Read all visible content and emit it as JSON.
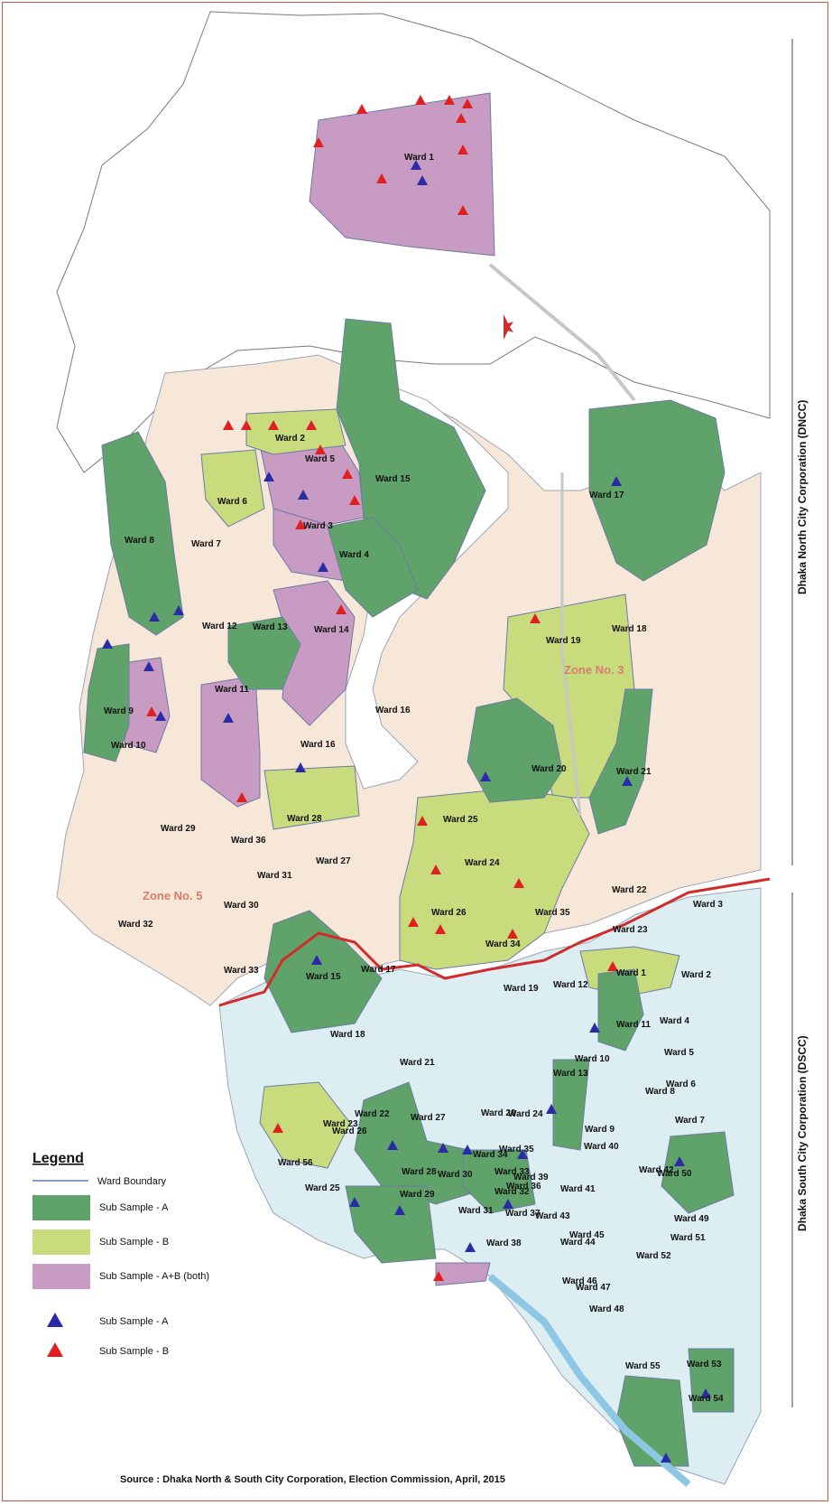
{
  "corporations": {
    "north": "Dhaka North City Corporation (DNCC)",
    "south": "Dhaka South City Corporation (DSCC)"
  },
  "zones": [
    "Zone No. 3",
    "Zone No. 5"
  ],
  "north_wards": [
    "Ward 1",
    "Ward 2",
    "Ward 3",
    "Ward 4",
    "Ward 5",
    "Ward 6",
    "Ward 7",
    "Ward 8",
    "Ward 9",
    "Ward 10",
    "Ward 11",
    "Ward 12",
    "Ward 13",
    "Ward 14",
    "Ward 15",
    "Ward 16",
    "Ward 16",
    "Ward 17",
    "Ward 18",
    "Ward 19",
    "Ward 20",
    "Ward 21",
    "Ward 22",
    "Ward 23",
    "Ward 24",
    "Ward 25",
    "Ward 26",
    "Ward 27",
    "Ward 28",
    "Ward 29",
    "Ward 30",
    "Ward 31",
    "Ward 32",
    "Ward 33",
    "Ward 34",
    "Ward 35",
    "Ward 36"
  ],
  "south_wards": [
    "Ward 1",
    "Ward 2",
    "Ward 3",
    "Ward 4",
    "Ward 5",
    "Ward 6",
    "Ward 7",
    "Ward 8",
    "Ward 9",
    "Ward 10",
    "Ward 11",
    "Ward 12",
    "Ward 13",
    "Ward 15",
    "Ward 17",
    "Ward 18",
    "Ward 19",
    "Ward 20",
    "Ward 21",
    "Ward 22",
    "Ward 23",
    "Ward 24",
    "Ward 25",
    "Ward 26",
    "Ward 27",
    "Ward 28",
    "Ward 29",
    "Ward 30",
    "Ward 31",
    "Ward 32",
    "Ward 33",
    "Ward 34",
    "Ward 35",
    "Ward 36",
    "Ward 37",
    "Ward 38",
    "Ward 39",
    "Ward 40",
    "Ward 41",
    "Ward 42",
    "Ward 43",
    "Ward 44",
    "Ward 45",
    "Ward 46",
    "Ward 47",
    "Ward 48",
    "Ward 49",
    "Ward 50",
    "Ward 51",
    "Ward 52",
    "Ward 53",
    "Ward 54",
    "Ward 55",
    "Ward 56"
  ],
  "legend": {
    "title": "Legend",
    "items": [
      {
        "label": "Ward Boundary",
        "kind": "line",
        "color": "#5b7db8"
      },
      {
        "label": "Sub Sample - A",
        "kind": "area",
        "color": "#5fa36a"
      },
      {
        "label": "Sub Sample - B",
        "kind": "area",
        "color": "#c8dc7e"
      },
      {
        "label": "Sub Sample - A+B (both)",
        "kind": "area",
        "color": "#c79bc2"
      },
      {
        "label": "Sub Sample - A",
        "kind": "triangle",
        "color": "#2b2ba8"
      },
      {
        "label": "Sub Sample - B",
        "kind": "triangle",
        "color": "#e02020"
      }
    ]
  },
  "source": "Source : Dhaka North & South City Corporation, Election Commission, April, 2015",
  "colors": {
    "north_base": "#f6e7d8",
    "south_base": "#dceef2",
    "sample_a": "#5fa36a",
    "sample_b": "#c8dc7e",
    "sample_ab": "#c79bc2",
    "boundary_red": "#d12b2b",
    "marker_a": "#2b2ba8",
    "marker_b": "#e02020"
  }
}
